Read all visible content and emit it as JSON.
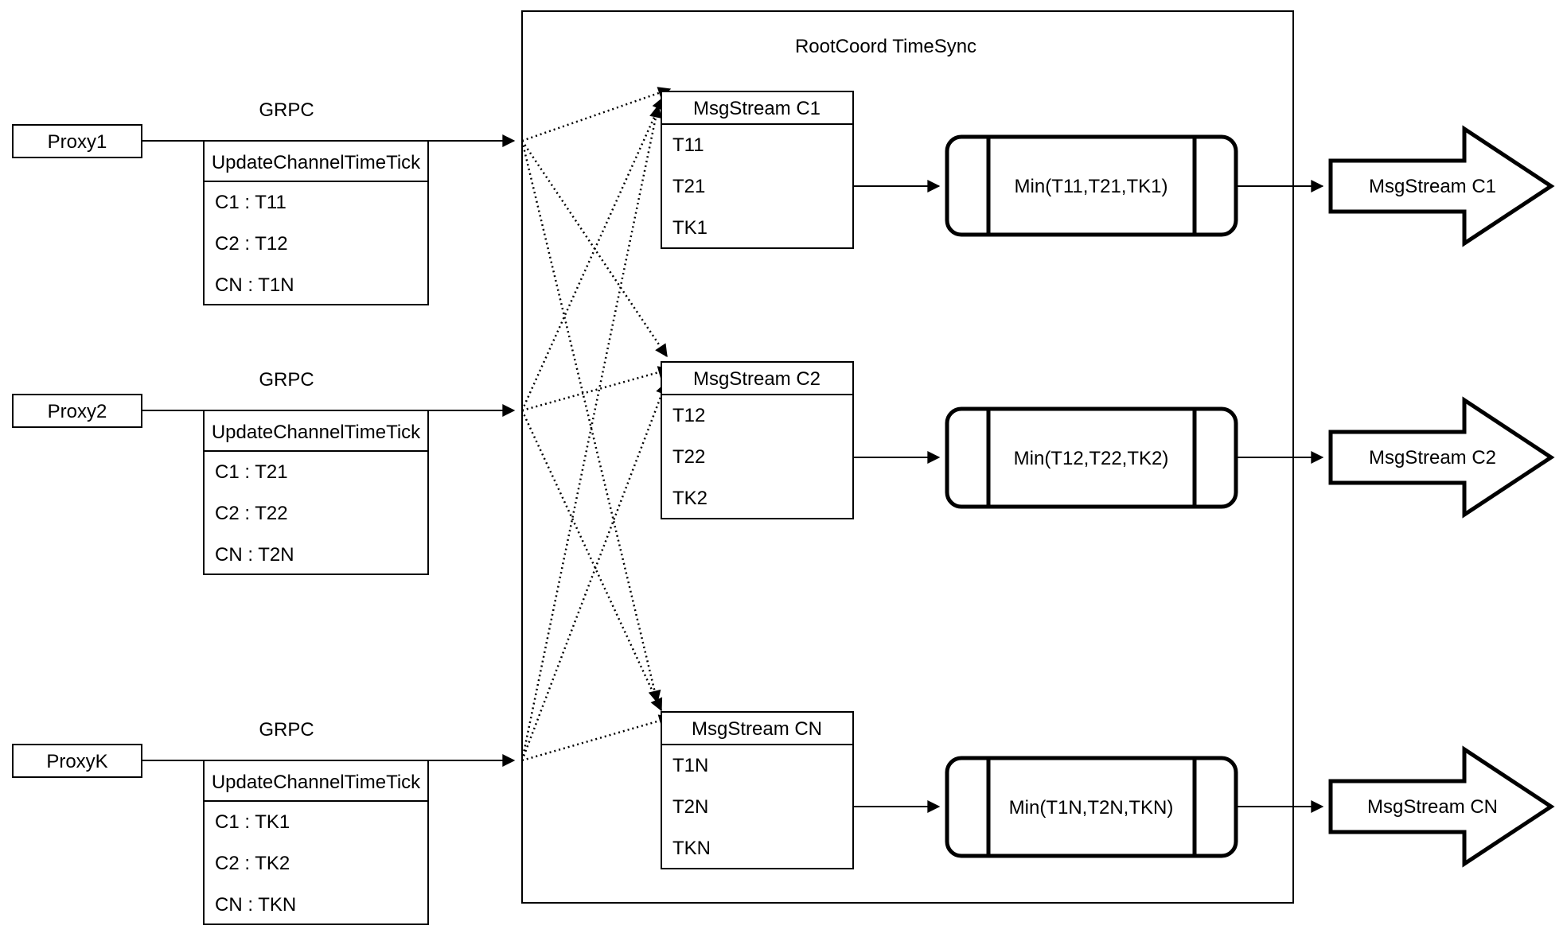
{
  "diagram": {
    "title": "RootCoord TimeSync",
    "colors": {
      "stroke": "#000000",
      "background": "#ffffff"
    },
    "proxies": [
      {
        "label": "Proxy1",
        "protocol": "GRPC",
        "message": {
          "title": "UpdateChannelTimeTick",
          "rows": [
            "C1 : T11",
            "C2 : T12",
            "CN : T1N"
          ]
        }
      },
      {
        "label": "Proxy2",
        "protocol": "GRPC",
        "message": {
          "title": "UpdateChannelTimeTick",
          "rows": [
            "C1 : T21",
            "C2 : T22",
            "CN : T2N"
          ]
        }
      },
      {
        "label": "ProxyK",
        "protocol": "GRPC",
        "message": {
          "title": "UpdateChannelTimeTick",
          "rows": [
            "C1 : TK1",
            "C2 : TK2",
            "CN : TKN"
          ]
        }
      }
    ],
    "streams": [
      {
        "table_title": "MsgStream C1",
        "values": [
          "T11",
          "T21",
          "TK1"
        ],
        "min_label": "Min(T11,T21,TK1)",
        "output_label": "MsgStream C1"
      },
      {
        "table_title": "MsgStream C2",
        "values": [
          "T12",
          "T22",
          "TK2"
        ],
        "min_label": "Min(T12,T22,TK2)",
        "output_label": "MsgStream C2"
      },
      {
        "table_title": "MsgStream CN",
        "values": [
          "T1N",
          "T2N",
          "TKN"
        ],
        "min_label": "Min(T1N,T2N,TKN)",
        "output_label": "MsgStream CN"
      }
    ]
  }
}
